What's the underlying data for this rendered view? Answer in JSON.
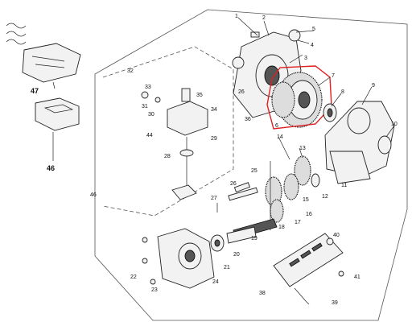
{
  "diagram": {
    "callouts": [
      {
        "id": "c1",
        "text": "1"
      },
      {
        "id": "c2",
        "text": "2"
      },
      {
        "id": "c3",
        "text": "3"
      },
      {
        "id": "c4",
        "text": "4"
      },
      {
        "id": "c5",
        "text": "5"
      },
      {
        "id": "c6",
        "text": "6"
      },
      {
        "id": "c7",
        "text": "7"
      },
      {
        "id": "c8",
        "text": "8"
      },
      {
        "id": "c9",
        "text": "9"
      },
      {
        "id": "c10",
        "text": "10"
      },
      {
        "id": "c11",
        "text": "11"
      },
      {
        "id": "c12",
        "text": "12"
      },
      {
        "id": "c13",
        "text": "13"
      },
      {
        "id": "c14",
        "text": "14"
      },
      {
        "id": "c15",
        "text": "15"
      },
      {
        "id": "c16",
        "text": "16"
      },
      {
        "id": "c17",
        "text": "17"
      },
      {
        "id": "c18",
        "text": "18"
      },
      {
        "id": "c19",
        "text": "19"
      },
      {
        "id": "c20",
        "text": "20"
      },
      {
        "id": "c21",
        "text": "21"
      },
      {
        "id": "c22",
        "text": "22"
      },
      {
        "id": "c23",
        "text": "23"
      },
      {
        "id": "c24",
        "text": "24"
      },
      {
        "id": "c25",
        "text": "25"
      },
      {
        "id": "c26",
        "text": "26"
      },
      {
        "id": "c27",
        "text": "27"
      },
      {
        "id": "c28",
        "text": "28"
      },
      {
        "id": "c29",
        "text": "29"
      },
      {
        "id": "c30",
        "text": "30"
      },
      {
        "id": "c31",
        "text": "31"
      },
      {
        "id": "c32",
        "text": "32"
      },
      {
        "id": "c33",
        "text": "33"
      },
      {
        "id": "c34",
        "text": "34"
      },
      {
        "id": "c35",
        "text": "35"
      },
      {
        "id": "c36",
        "text": "36"
      },
      {
        "id": "c38",
        "text": "38"
      },
      {
        "id": "c39",
        "text": "39"
      },
      {
        "id": "c40",
        "text": "40"
      },
      {
        "id": "c41",
        "text": "41"
      },
      {
        "id": "c44",
        "text": "44"
      },
      {
        "id": "c46a",
        "text": "46"
      },
      {
        "id": "c46b",
        "text": "46"
      },
      {
        "id": "c47",
        "text": "47"
      },
      {
        "id": "c26b",
        "text": "26"
      }
    ],
    "highlight_color": "#e02020",
    "line_color": "#222222"
  }
}
